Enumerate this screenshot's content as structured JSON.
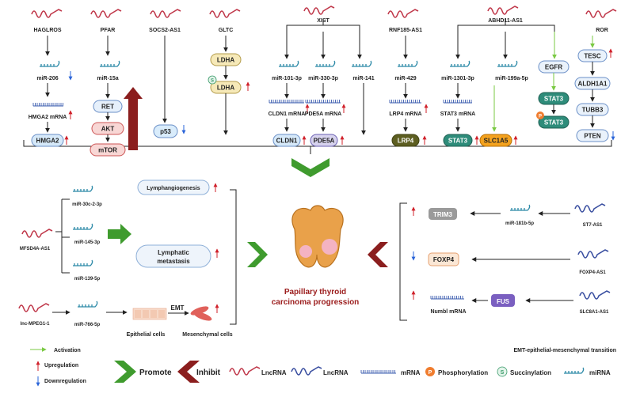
{
  "top_labels": {
    "haglros": "HAGLROS",
    "mir206": "miR-206",
    "hmga2_mrna": "HMGA2 mRNA",
    "hmga2": "HMGA2",
    "pfar": "PFAR",
    "mir15a": "miR-15a",
    "ret": "RET",
    "akt": "AKT",
    "mtor": "mTOR",
    "socs2": "SOCS2-AS1",
    "p53": "p53",
    "gltc": "GLTC",
    "ldha1": "LDHA",
    "ldha2": "LDHA",
    "succ_s": "S",
    "xist": "XIST",
    "mir101": "miR-101-3p",
    "mir330": "miR-330-3p",
    "mir141": "miR-141",
    "cldn1_mrna": "CLDN1 mRNA",
    "cldn1": "CLDN1",
    "pde5a_mrna": "PDE5A mRNA",
    "pde5a": "PDE5A",
    "rnf185": "RNF185-AS1",
    "mir429": "miR-429",
    "lrp4_mrna": "LRP4 mRNA",
    "lrp4": "LRP4",
    "abhd11": "ABHD11-AS1",
    "mir1301": "miR-1301-3p",
    "stat3_mrna": "STAT3 mRNA",
    "stat3a": "STAT3",
    "mir199": "miR-199a-5p",
    "slc1a5": "SLC1A5",
    "egfr": "EGFR",
    "stat3b": "STAT3",
    "stat3c": "STAT3",
    "phos_p": "P",
    "ror": "ROR",
    "tesc": "TESC",
    "aldh1a1": "ALDH1A1",
    "tubb3": "TUBB3",
    "pten": "PTEN"
  },
  "left_labels": {
    "mfsd4a": "MFSD4A-AS1",
    "mir30c": "miR-30c-2-3p",
    "mir145": "miR-145-3p",
    "mir139": "miR-139-5p",
    "lymphangio": "Lymphangiogenesis",
    "lymph_meta1": "Lymphatic",
    "lymph_meta2": "metastasis",
    "mpeg": "lnc-MPEG1-1",
    "mir766": "miR-766-5p",
    "emt": "EMT",
    "epithelial": "Epithelial cells",
    "mesenchymal": "Mesenchymal cells"
  },
  "center": {
    "title1": "Papillary thyroid",
    "title2": "carcinoma progression"
  },
  "right_labels": {
    "trim3": "TRIM3",
    "mir181b": "miR-181b-5p",
    "st7": "ST7-AS1",
    "foxp4": "FOXP4",
    "foxp4as1": "FOXP4-AS1",
    "numbl": "Numbl mRNA",
    "fus": "FUS",
    "slc8a1": "SLC8A1-AS1"
  },
  "legend": {
    "activation": "Activation",
    "upregulation": "Upregulation",
    "downregulation": "Downregulation",
    "promote": "Promote",
    "inhibit": "Inhibit",
    "lncrna1": "LncRNA",
    "lncrna2": "LncRNA",
    "mrna": "mRNA",
    "phos": "Phosphorylation",
    "succ": "Succinylation",
    "mirna": "miRNA",
    "p": "P",
    "s": "S",
    "emt_note": "EMT-epithelial-mesenchymal transition"
  },
  "colors": {
    "up": "#d0202a",
    "down": "#2a64d8",
    "activation": "#7ac943",
    "promote": "#3f9b2e",
    "inhibit": "#8b1e1e",
    "lnc": "#c0394b",
    "lnc2": "#3a4fa0",
    "mirna": "#2d8aa8",
    "mrna": "#3e5fb0",
    "ldha": "#f6e9b8",
    "ret": "#e6f0fb",
    "akt": "#f8d7d5",
    "pde5a": "#d7d3ee",
    "stat3": "#2e8c7a",
    "slc1a5": "#f4a21e",
    "lrp4": "#5d5e21",
    "cldn1": "#d6e9f9",
    "hmga2": "#d6e9f9",
    "p53": "#d9ecfb",
    "phos": "#f07d2f"
  }
}
